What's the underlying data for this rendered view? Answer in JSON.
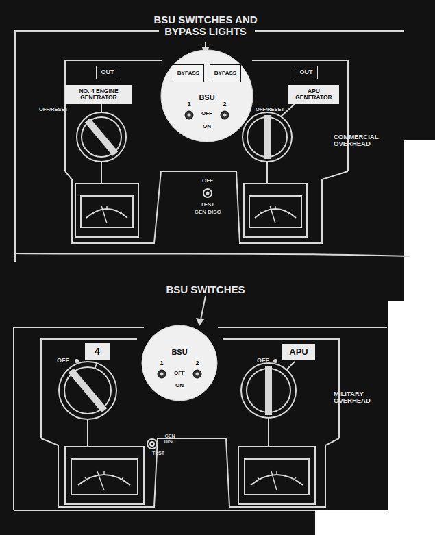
{
  "diagram": {
    "nodes": [
      {
        "text": [
          "BSU"
        ]
      },
      {
        "text": [
          "BYPASS"
        ],
        "in": 0
      },
      {
        "text": [
          "BYPASS"
        ],
        "in": 0
      },
      {
        "text": [
          "OUT"
        ]
      },
      {
        "text": [
          "OUT"
        ]
      },
      {
        "text": [
          "NO. 4 ENGINE GENERATOR"
        ]
      },
      {
        "text": [
          "APU GENERATOR"
        ]
      },
      {
        "text": [
          "BSU"
        ]
      },
      {
        "text": [
          "4"
        ]
      },
      {
        "text": [
          "APU"
        ]
      }
    ],
    "labels": [
      "BSU SWITCHES AND BYPASS LIGHTS",
      "1",
      "OFF",
      "2",
      "ON",
      "OFF/RESET",
      "OFF/RESET",
      "OFF",
      "TEST",
      "GEN DISC",
      "COMMERCIAL OVERHEAD",
      "BSU SWITCHES",
      "1",
      "OFF",
      "2",
      "ON",
      "OFF",
      "OFF",
      "GEN DISC",
      "TEST",
      "MILITARY OVERHEAD"
    ]
  }
}
